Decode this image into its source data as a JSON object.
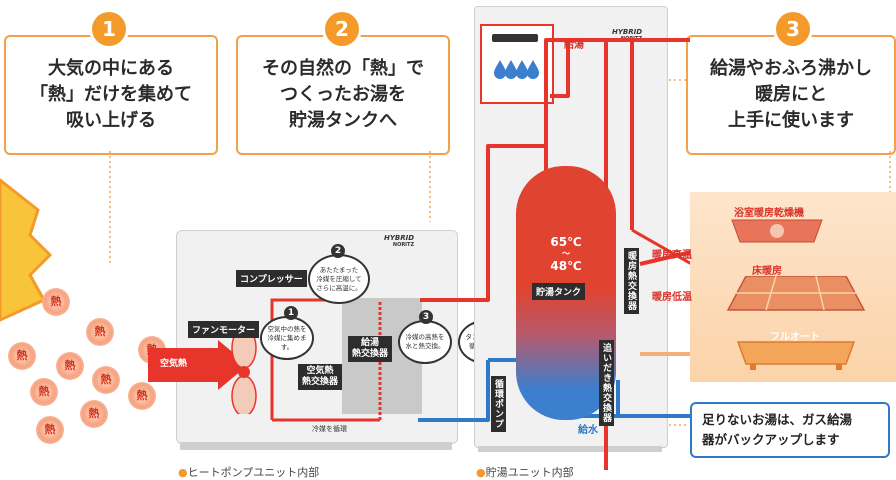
{
  "steps": [
    {
      "num": "1",
      "text_lines": [
        "大気の中にある",
        "「熱」だけを集めて",
        "吸い上げる"
      ]
    },
    {
      "num": "2",
      "text_lines": [
        "その自然の「熱」で",
        "つくったお湯を",
        "貯湯タンクへ"
      ]
    },
    {
      "num": "3",
      "text_lines": [
        "給湯やおふろ沸かし",
        "暖房にと",
        "上手に使います"
      ]
    }
  ],
  "heat_char": "熱",
  "heat_pump": {
    "brand": "HYBRID",
    "maker": "NORITZ",
    "compressor": "コンプレッサー",
    "fan_motor": "ファンモーター",
    "air_heat_exchanger": [
      "空気熱",
      "熱交換器"
    ],
    "air_heat_label": "空気熱",
    "water_heat_exchanger": [
      "給湯",
      "熱交換器"
    ],
    "refrigerant_circulation": "冷媒を循環",
    "bubble1": [
      "空気中の熱を",
      "冷媒に集めます。"
    ],
    "bubble2": [
      "あたたまった",
      "冷媒を圧縮して",
      "さらに高温に。"
    ],
    "bubble3": [
      "冷媒の高熱を",
      "水と熱交換。"
    ],
    "bubble4": [
      "タンクの水を",
      "循環して。"
    ],
    "circulation_pump": "循環ポンプ"
  },
  "tank_unit": {
    "brand": "HYBRID",
    "maker": "NORITZ",
    "temp_high": "65℃",
    "temp_tilde": "〜",
    "temp_low": "48℃",
    "tank_label": "貯湯タンク",
    "heating_hx": "暖房熱交換器",
    "bath_hx": "追いだき熱交換器",
    "hot_supply": "給湯",
    "water_supply": "給水"
  },
  "uses": {
    "bathroom_dryer": "浴室暖房乾燥機",
    "floor_heating": "床暖房",
    "heating_high": "暖房高温",
    "heating_low": "暖房低温",
    "full_auto": "フルオート"
  },
  "backup_text_lines": [
    "足りないお湯は、ガス給湯",
    "器がバックアップします"
  ],
  "captions": {
    "heat_pump_unit": "ヒートポンプユニット内部",
    "tank_unit": "貯湯ユニット内部"
  },
  "colors": {
    "orange": "#f39a2b",
    "hot": "#e8352b",
    "cold": "#2f79c9",
    "tank_top": "#e0432f",
    "tank_bottom": "#3c7fce"
  }
}
